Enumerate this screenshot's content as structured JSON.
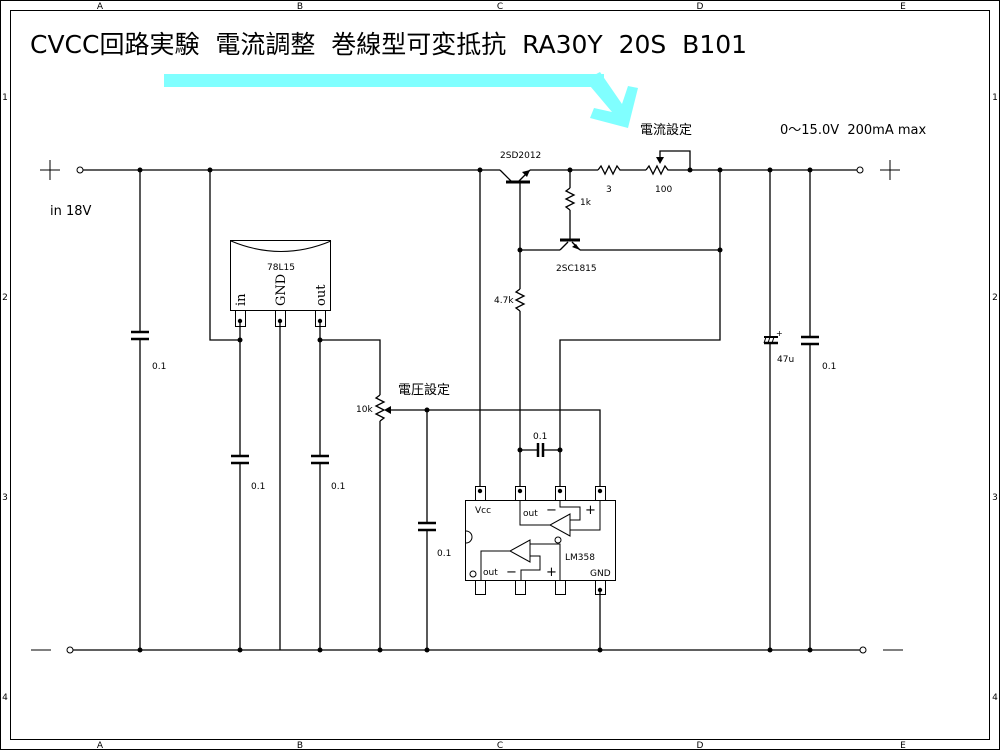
{
  "title": "CVCC回路実験  電流調整  巻線型可変抵抗  RA30Y  20S  B101",
  "frame": {
    "columns": [
      "A",
      "B",
      "C",
      "D",
      "E"
    ],
    "rows": [
      "1",
      "2",
      "3",
      "4"
    ]
  },
  "annotations": {
    "current_setting": "電流設定",
    "voltage_setting": "電圧設定",
    "output_spec": "0～15.0V  200mA max",
    "input_spec": "in 18V",
    "plus_in": "+",
    "plus_out": "+",
    "minus_in": "−",
    "minus_out": "−"
  },
  "arrow": {
    "color": "#80FFFF"
  },
  "components": {
    "q1": {
      "label": "2SD2012"
    },
    "q2": {
      "label": "2SC1815"
    },
    "r_sense": {
      "label": "3"
    },
    "vr_current": {
      "label": "100"
    },
    "r_1k": {
      "label": "1k"
    },
    "r_4k7": {
      "label": "4.7k"
    },
    "vr_voltage": {
      "label": "10k"
    },
    "c_in": {
      "label": "0.1"
    },
    "c_reg_in": {
      "label": "0.1"
    },
    "c_reg_out": {
      "label": "0.1"
    },
    "c_ref": {
      "label": "0.1"
    },
    "c_opamp": {
      "label": "0.1"
    },
    "c_out_elec": {
      "label": "47u"
    },
    "c_out": {
      "label": "0.1"
    },
    "regulator": {
      "label": "78L15",
      "pin_in": "in",
      "pin_gnd": "GND",
      "pin_out": "out"
    },
    "opamp": {
      "label": "LM358",
      "vcc": "Vcc",
      "gnd": "GND",
      "out_a": "out",
      "out_b": "out",
      "minus_a": "−",
      "plus_a": "+",
      "minus_b": "−",
      "plus_b": "+"
    }
  }
}
